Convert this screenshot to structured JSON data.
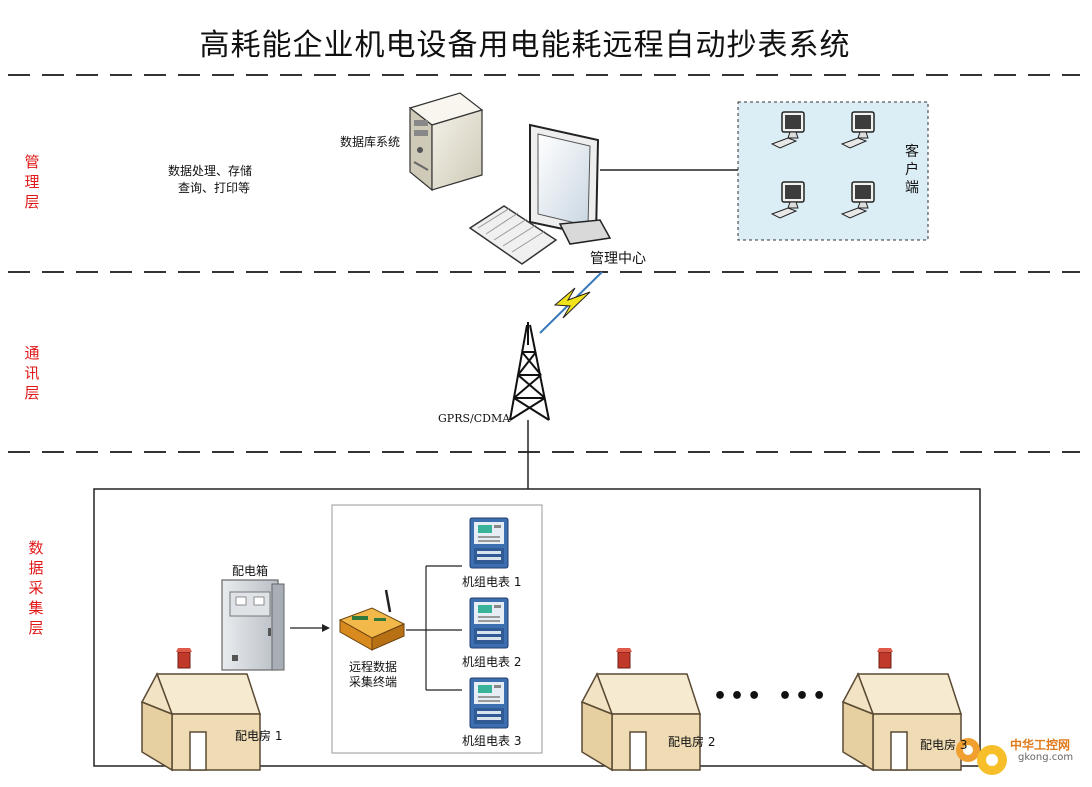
{
  "title": "高耗能企业机电设备用电能耗远程自动抄表系统",
  "layers": {
    "management": "管理层",
    "communication": "通讯层",
    "collection": "数据采集层"
  },
  "management": {
    "db_label": "数据库系统",
    "db_desc_line1": "数据处理、存储",
    "db_desc_line2": "查询、打印等",
    "center_label": "管理中心",
    "client_label": "客户端"
  },
  "communication": {
    "network_label": "GPRS/CDMA"
  },
  "collection": {
    "distribution_box_label": "配电箱",
    "terminal_label_line1": "远程数据",
    "terminal_label_line2": "采集终端",
    "meters": [
      "机组电表 1",
      "机组电表 2",
      "机组电表 3"
    ],
    "rooms": [
      "配电房 1",
      "配电房 2",
      "配电房 3"
    ],
    "ellipsis_1": "•••",
    "ellipsis_2": "•••"
  },
  "watermark": {
    "cn": "中华工控网",
    "en": "gkong.com"
  },
  "colors": {
    "layer_label": "#e01818",
    "client_panel": "#dceef5",
    "house_wall": "#f6ead0",
    "chimney": "#c0392b",
    "meter_body": "#3d6fb0",
    "terminal_body": "#e39a2a",
    "lightning": "#f2e21a"
  }
}
